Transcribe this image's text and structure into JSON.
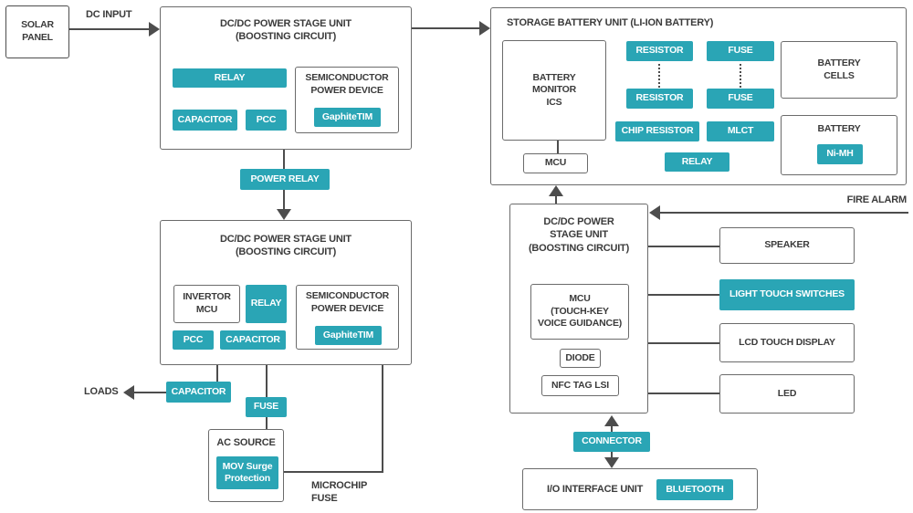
{
  "colors": {
    "teal": "#2AA5B5",
    "line": "#4D4D4D",
    "text": "#3B3B3B",
    "background": "#FFFFFF"
  },
  "solar_panel": {
    "label": "SOLAR\nPANEL"
  },
  "connections": {
    "dc_input": "DC INPUT",
    "power_relay": "POWER RELAY",
    "loads": "LOADS",
    "microchip_fuse": "MICROCHIP\nFUSE",
    "fire_alarm": "FIRE ALARM",
    "connector": "CONNECTOR"
  },
  "dcdc_unit_top": {
    "title": "DC/DC POWER STAGE UNIT\n(BOOSTING CIRCUIT)",
    "relay": "RELAY",
    "capacitor": "CAPACITOR",
    "pcc": "PCC",
    "semiconductor": {
      "title": "SEMICONDUCTOR\nPOWER DEVICE",
      "tim": "GaphiteTIM"
    }
  },
  "dcdc_unit_mid": {
    "title": "DC/DC POWER STAGE UNIT\n(BOOSTING CIRCUIT)",
    "invertor_mcu": "INVERTOR\nMCU",
    "relay": "RELAY",
    "pcc": "PCC",
    "capacitor": "CAPACITOR",
    "semiconductor": {
      "title": "SEMICONDUCTOR\nPOWER DEVICE",
      "tim": "GaphiteTIM"
    },
    "capacitor_out": "CAPACITOR",
    "fuse_out": "FUSE"
  },
  "ac_source": {
    "title": "AC SOURCE",
    "mov": "MOV Surge\nProtection"
  },
  "storage_unit": {
    "title": "STORAGE BATTERY UNIT (LI-ION BATTERY)",
    "battery_monitor": "BATTERY\nMONITOR\nICS",
    "mcu": "MCU",
    "resistor_top": "RESISTOR",
    "fuse_top": "FUSE",
    "resistor_bottom": "RESISTOR",
    "fuse_bottom": "FUSE",
    "chip_resistor": "CHIP RESISTOR",
    "mlct": "MLCT",
    "relay": "RELAY",
    "battery_cells": "BATTERY\nCELLS",
    "battery": {
      "title": "BATTERY",
      "type": "Ni-MH"
    }
  },
  "dcdc_unit_right": {
    "title": "DC/DC POWER\nSTAGE UNIT\n(BOOSTING CIRCUIT)",
    "mcu": "MCU\n(TOUCH-KEY\nVOICE GUIDANCE)",
    "diode": "DIODE",
    "nfc": "NFC TAG LSI"
  },
  "peripherals": {
    "speaker": "SPEAKER",
    "light_touch_switches": "LIGHT TOUCH SWITCHES",
    "lcd_touch_display": "LCD TOUCH DISPLAY",
    "led": "LED"
  },
  "io_unit": {
    "title": "I/O INTERFACE UNIT",
    "bluetooth": "BLUETOOTH"
  }
}
